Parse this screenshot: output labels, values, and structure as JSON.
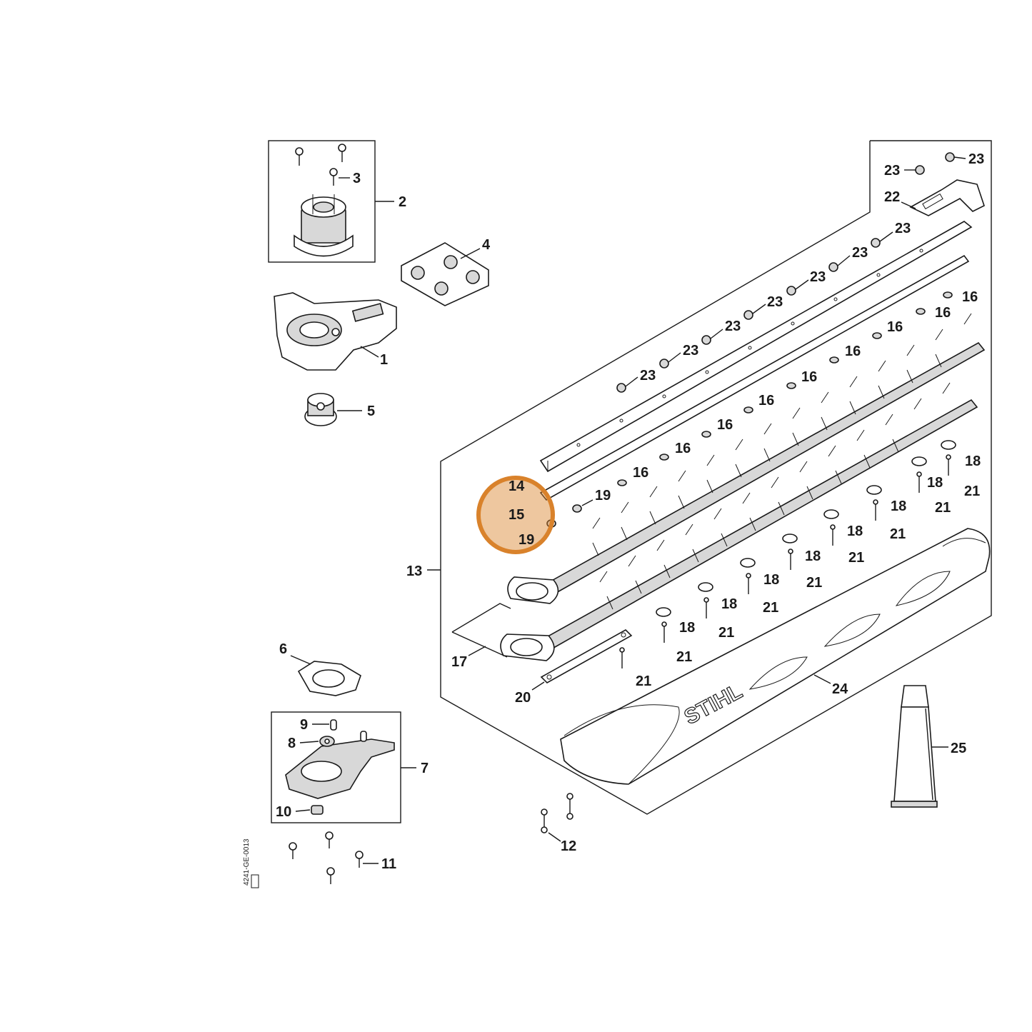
{
  "callouts": {
    "c1": "1",
    "c2": "2",
    "c3": "3",
    "c4": "4",
    "c5": "5",
    "c6": "6",
    "c7": "7",
    "c8": "8",
    "c9": "9",
    "c10": "10",
    "c11": "11",
    "c12": "12",
    "c13": "13",
    "c14": "14",
    "c15": "15",
    "c16": "16",
    "c17": "17",
    "c18": "18",
    "c19": "19",
    "c20": "20",
    "c21": "21",
    "c22": "22",
    "c23": "23",
    "c24": "24",
    "c25": "25"
  },
  "brand_logo": "STIHL",
  "drawing_code": "4241-GE-0013",
  "highlight_color": "#d9822b"
}
